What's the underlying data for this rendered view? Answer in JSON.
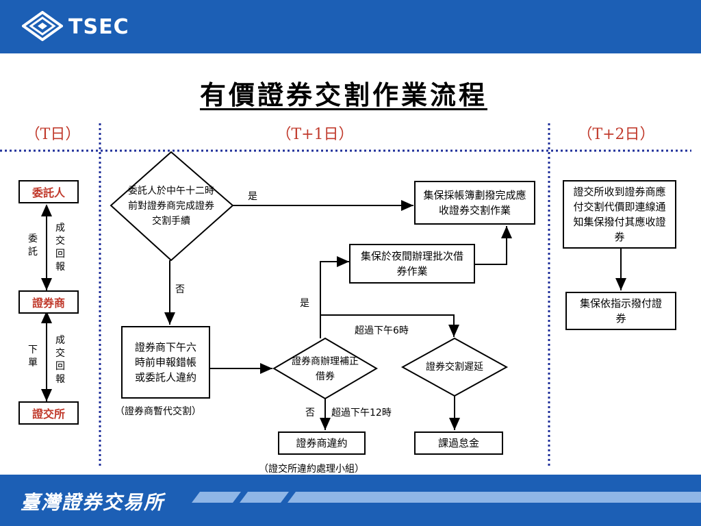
{
  "brand": {
    "logo_text": "TSEC",
    "footer_name": "臺灣證券交易所"
  },
  "colors": {
    "brand_blue": "#1c5fb5",
    "day_red": "#c0392b",
    "divider_blue": "#1f2f9a"
  },
  "title": "有價證券交割作業流程",
  "days": {
    "t": "（T日）",
    "t1": "（T+1日）",
    "t2": "（T+2日）"
  },
  "parties": {
    "client": "委託人",
    "broker": "證券商",
    "exchange": "證交所"
  },
  "party_links": {
    "entrust": "委託",
    "report1": "成交回報",
    "order": "下單",
    "report2": "成交回報"
  },
  "nodes": {
    "decision_noon": "委託人於中午十二時前對證券商完成證券交割手續",
    "broker_report": "證券商下午六時前申報錯帳或委託人違約",
    "broker_note": "（證券商暫代交割）",
    "decision_borrow": "證券商辦理補正借券",
    "tdcc_night": "集保於夜間辦理批次借券作業",
    "tdcc_book": "集保採帳簿劃撥完成應收證券交割作業",
    "decision_delay": "證券交割遲延",
    "broker_default": "證券商違約",
    "default_note": "（證交所違約處理小組）",
    "penalty": "課過怠金",
    "exchange_notify": "證交所收到證券商應付交割代價即連線通知集保撥付其應收證券",
    "tdcc_pay": "集保依指示撥付證券"
  },
  "edges": {
    "yes1": "是",
    "no1": "否",
    "yes2": "是",
    "no2": "否",
    "after6": "超過下午6時",
    "after12": "超過下午12時"
  }
}
